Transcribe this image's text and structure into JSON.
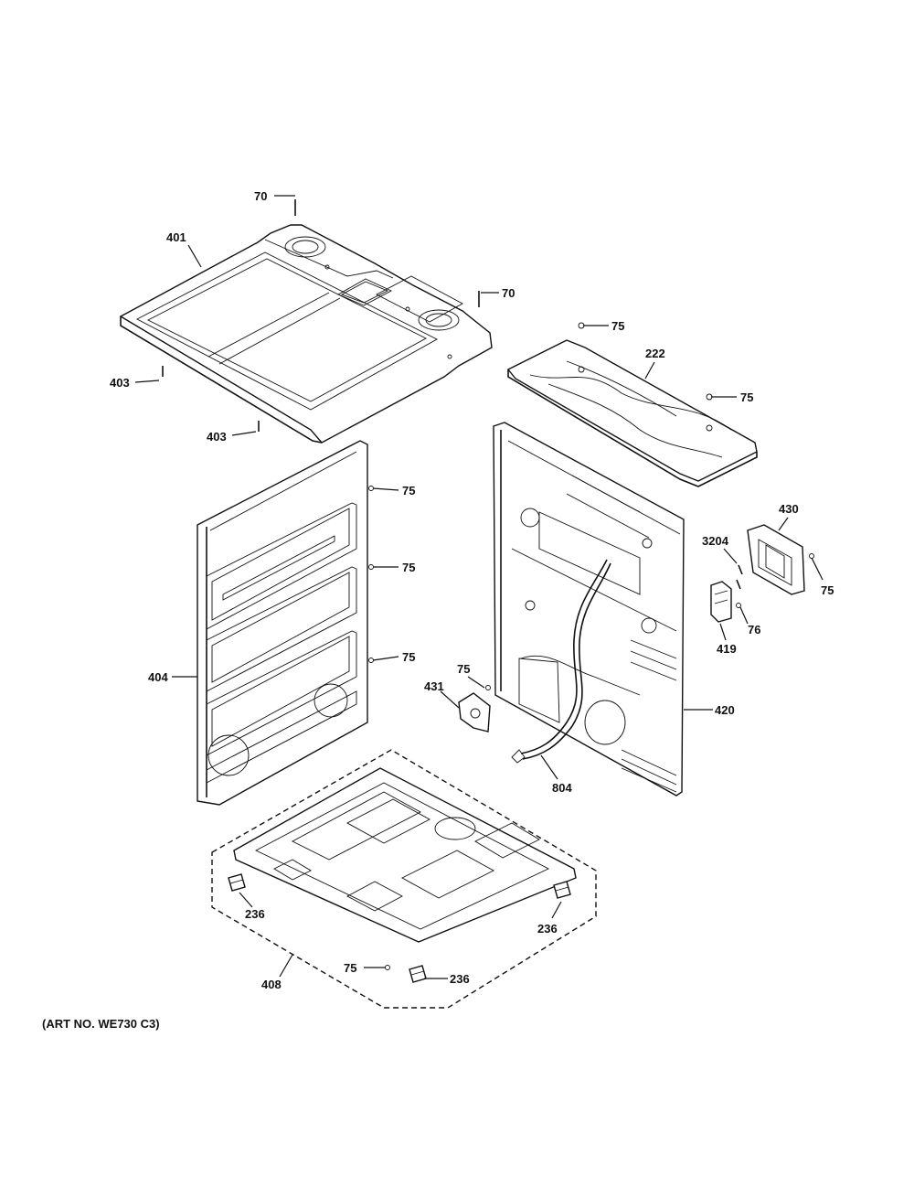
{
  "diagram": {
    "footer_text": "(ART NO. WE730 C3)",
    "callouts": [
      {
        "id": "c70a",
        "label": "70"
      },
      {
        "id": "c401",
        "label": "401"
      },
      {
        "id": "c70b",
        "label": "70"
      },
      {
        "id": "c75a",
        "label": "75"
      },
      {
        "id": "c222",
        "label": "222"
      },
      {
        "id": "c75b",
        "label": "75"
      },
      {
        "id": "c403a",
        "label": "403"
      },
      {
        "id": "c403b",
        "label": "403"
      },
      {
        "id": "c75c",
        "label": "75"
      },
      {
        "id": "c75d",
        "label": "75"
      },
      {
        "id": "c75e",
        "label": "75"
      },
      {
        "id": "c404",
        "label": "404"
      },
      {
        "id": "c430",
        "label": "430"
      },
      {
        "id": "c3204",
        "label": "3204"
      },
      {
        "id": "c75f",
        "label": "75"
      },
      {
        "id": "c76",
        "label": "76"
      },
      {
        "id": "c419",
        "label": "419"
      },
      {
        "id": "c75g",
        "label": "75"
      },
      {
        "id": "c431",
        "label": "431"
      },
      {
        "id": "c420",
        "label": "420"
      },
      {
        "id": "c804",
        "label": "804"
      },
      {
        "id": "c236a",
        "label": "236"
      },
      {
        "id": "c236b",
        "label": "236"
      },
      {
        "id": "c75h",
        "label": "75"
      },
      {
        "id": "c236c",
        "label": "236"
      },
      {
        "id": "c408",
        "label": "408"
      }
    ]
  }
}
